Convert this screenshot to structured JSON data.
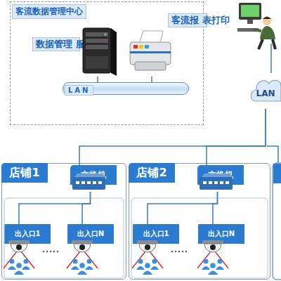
{
  "diagram": {
    "nodes": [
      {
        "text": [
          "客流数据管理中心"
        ]
      },
      {
        "text": [
          "数据管理 服务器"
        ],
        "in": 0
      },
      {
        "text": [
          "客流报 表打印"
        ],
        "in": 0
      },
      {
        "text": [
          "LAN"
        ],
        "in": 0
      },
      {
        "text": [
          "LAN"
        ]
      },
      {
        "text": [
          "店铺1"
        ]
      },
      {
        "text": [
          "交换机"
        ],
        "in": 5
      },
      {
        "text": [
          "出入口1"
        ],
        "in": 5
      },
      {
        "text": [
          "出入口N"
        ],
        "in": 5
      },
      {
        "text": [
          "店铺2"
        ]
      },
      {
        "text": [
          "交换机"
        ],
        "in": 9
      },
      {
        "text": [
          "出入口1"
        ],
        "in": 9
      },
      {
        "text": [
          "出入口N"
        ],
        "in": 9
      }
    ],
    "edges": [
      {
        "from": 1,
        "to": 3,
        "arrow": "none"
      },
      {
        "from": 2,
        "to": 3,
        "arrow": "none"
      },
      {
        "from": 4,
        "to": 6,
        "arrow": "none"
      },
      {
        "from": 4,
        "to": 10,
        "arrow": "none"
      },
      {
        "from": 6,
        "to": 7,
        "arrow": "none"
      },
      {
        "from": 6,
        "to": 8,
        "arrow": "none"
      },
      {
        "from": 10,
        "to": 11,
        "arrow": "none"
      },
      {
        "from": 10,
        "to": 12,
        "arrow": "none"
      }
    ]
  }
}
